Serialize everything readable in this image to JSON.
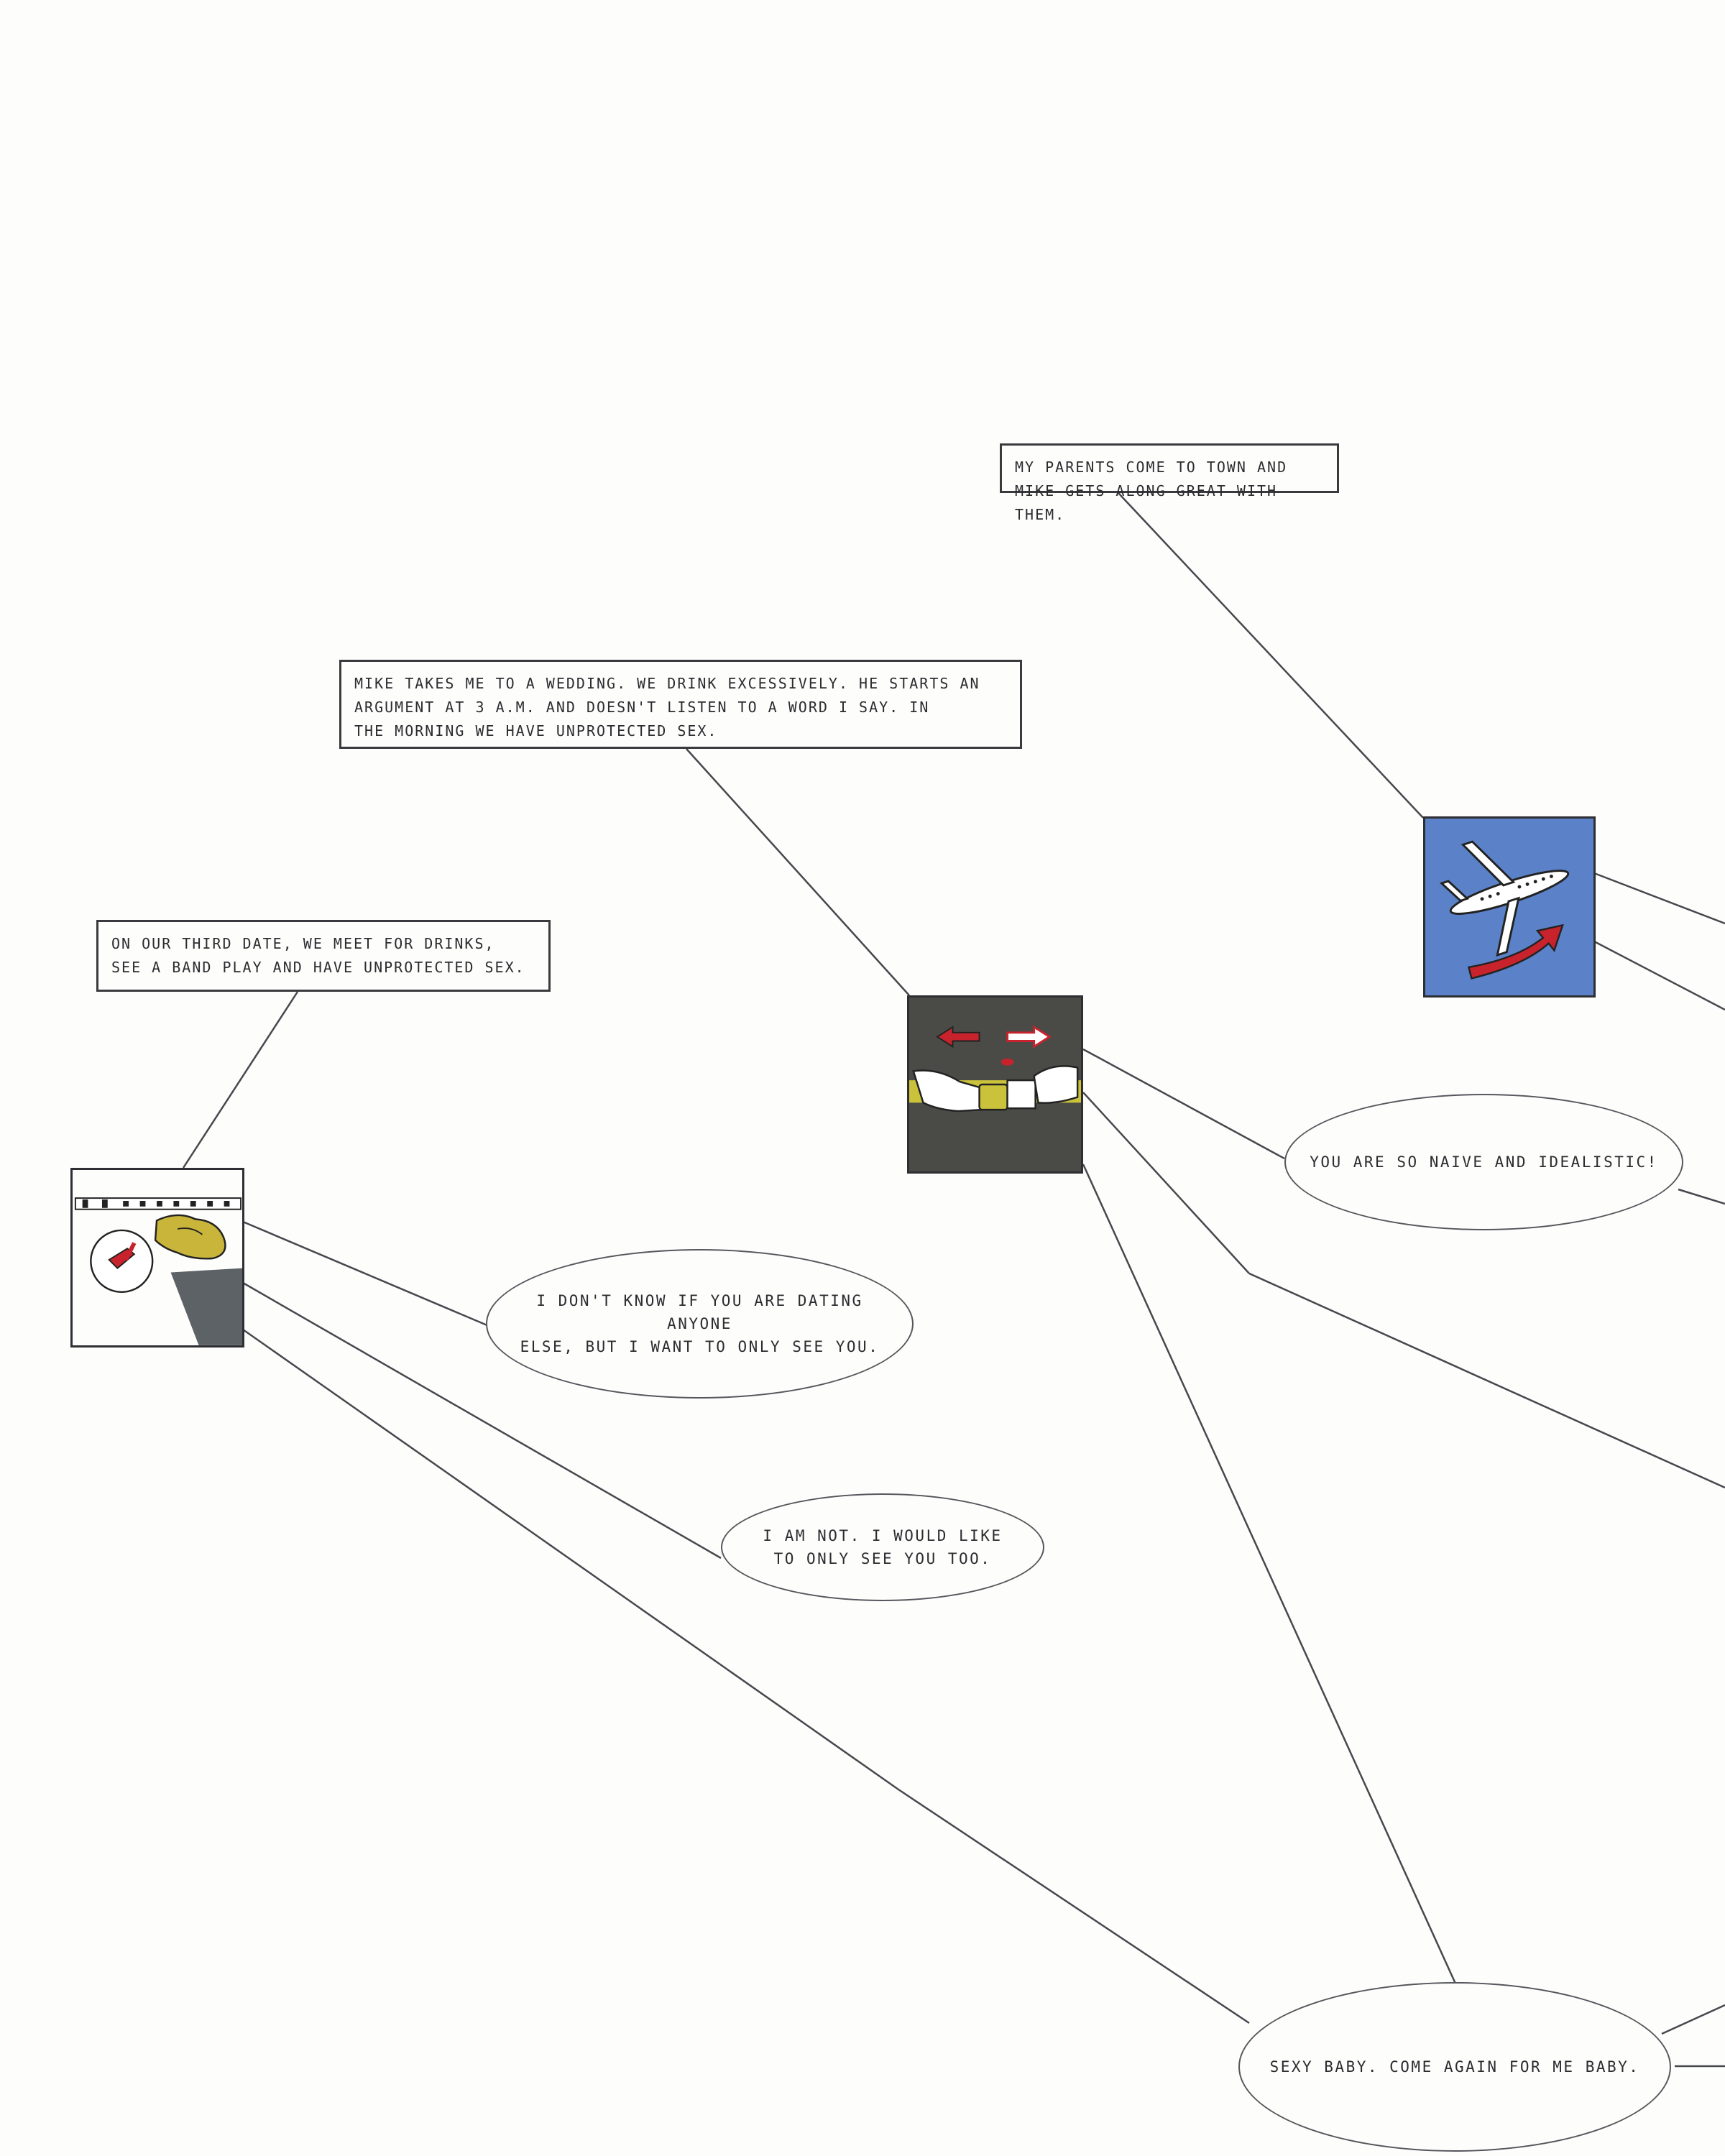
{
  "captions": {
    "parents": "My parents come to town and\nMike gets along great with them.",
    "wedding": "Mike takes me to a wedding. We drink excessively. He starts an\nargument at 3 A.M. and doesn't listen to a word I say. In\nthe morning we have unprotected sex.",
    "third_date": "On our third date, we meet for drinks,\nsee a band play and have unprotected sex."
  },
  "bubbles": {
    "naive": "You are so naive and idealistic!",
    "dating": "I don't know if you are dating anyone\nelse, but I want to only see you.",
    "not": "I am not. I would like\nto only see you too.",
    "sexy": "Sexy baby. Come again for me baby."
  },
  "panels": {
    "airplane": {
      "icon": "airplane-icon",
      "background": "#5b82c8",
      "arrow_color": "#c8232c"
    },
    "seatbelt": {
      "icon": "seatbelt-buckle-icon",
      "background": "#4a4a47",
      "band_color": "#c9c23a",
      "arrow_color": "#c8232c"
    },
    "cabin": {
      "icon": "no-smoking-cabin-icon",
      "hand_color": "#c9b53a",
      "sign_color": "#c8232c"
    }
  },
  "colors": {
    "line": "#46484d",
    "paper": "#fdfdfc",
    "ink": "#2c2c30"
  }
}
